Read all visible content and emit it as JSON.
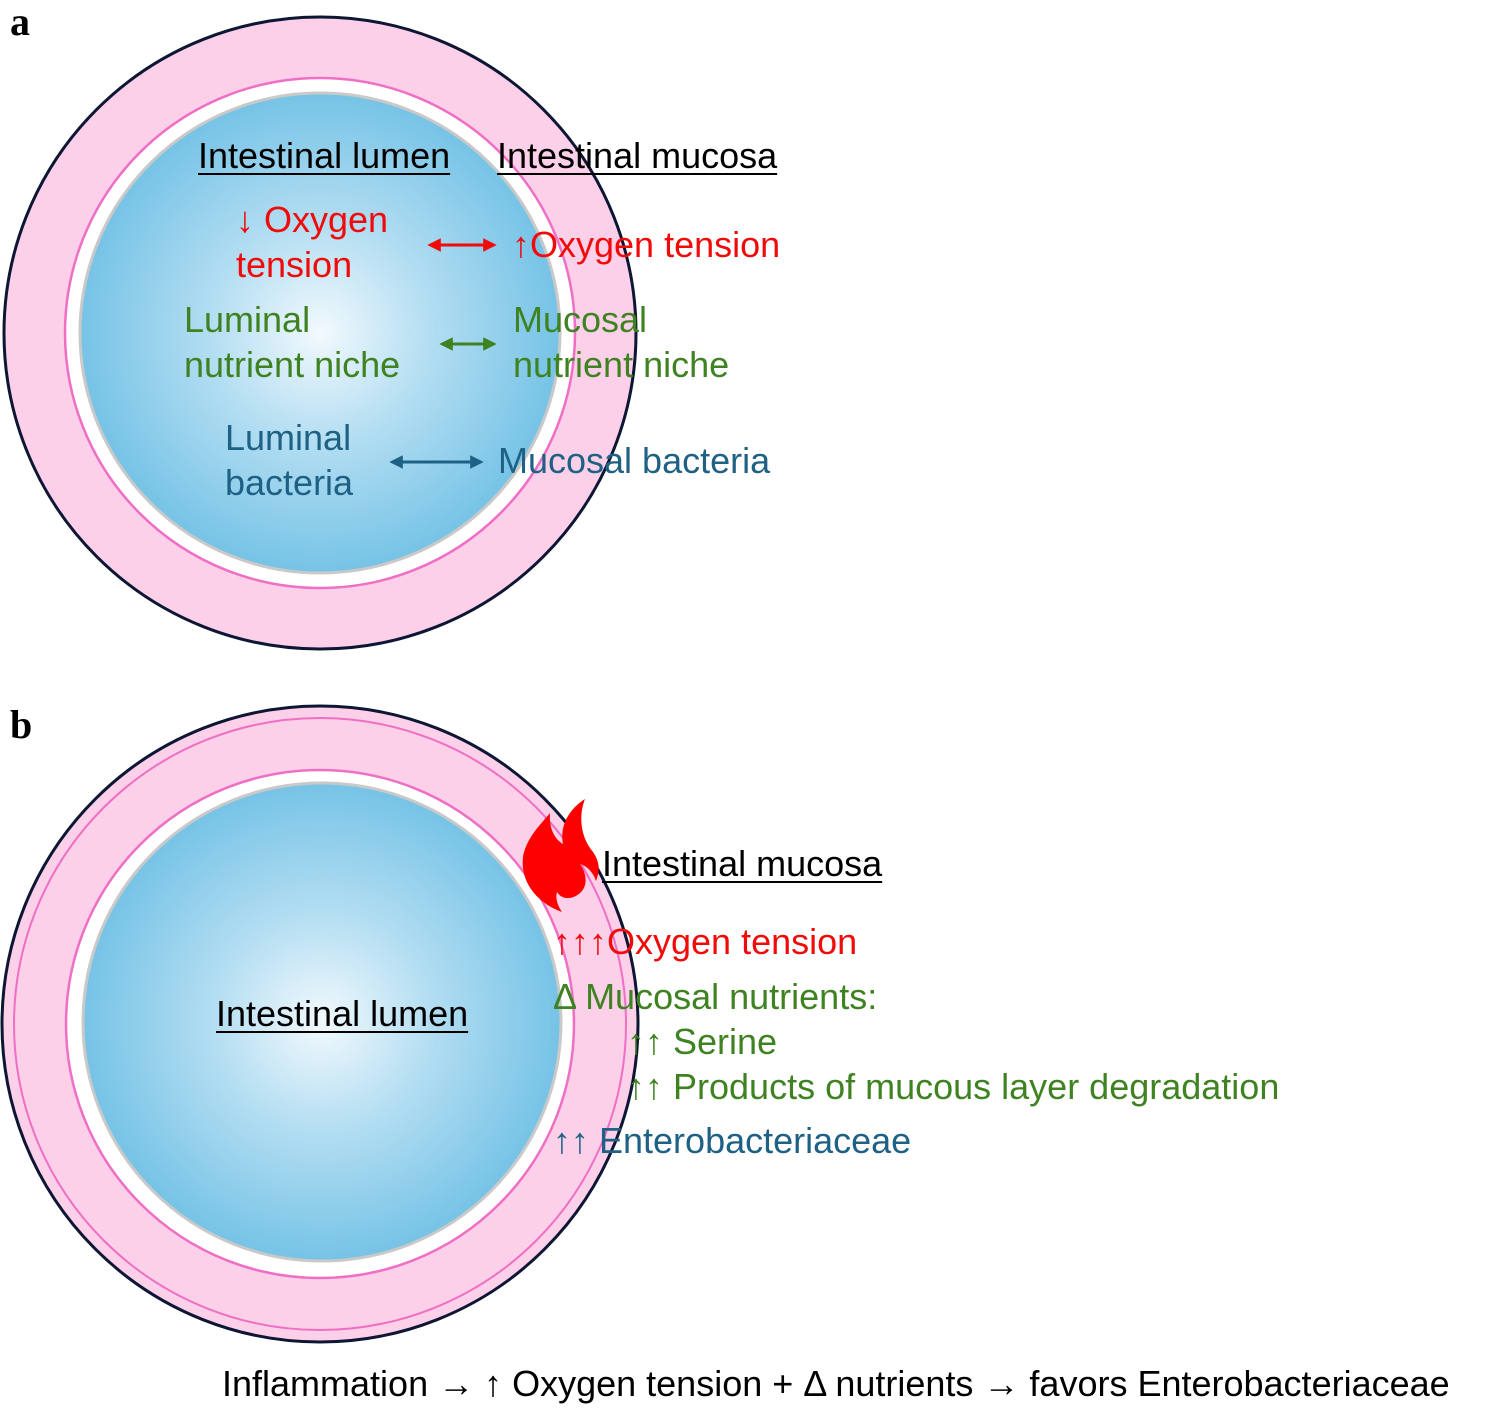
{
  "panel_a": {
    "label": "a",
    "lumen_title": "Intestinal lumen",
    "mucosa_title": "Intestinal mucosa",
    "lumen_oxygen_line1": "↓ Oxygen",
    "lumen_oxygen_line2": "tension",
    "mucosa_oxygen": "↑Oxygen tension",
    "lumen_nutrient_line1": "Luminal",
    "lumen_nutrient_line2": "nutrient niche",
    "mucosa_nutrient_line1": "Mucosal",
    "mucosa_nutrient_line2": "nutrient niche",
    "lumen_bacteria_line1": "Luminal",
    "lumen_bacteria_line2": "bacteria",
    "mucosa_bacteria": "Mucosal bacteria"
  },
  "panel_b": {
    "label": "b",
    "lumen_title": "Intestinal lumen",
    "mucosa_title": "Intestinal mucosa",
    "oxygen": "↑↑↑Oxygen tension",
    "nutrients_heading": "Δ Mucosal nutrients:",
    "nutrient_items": [
      "↑↑ Serine",
      "↑↑ Products of mucous layer degradation"
    ],
    "bacteria": "↑↑ Enterobacteriaceae"
  },
  "footer": {
    "summary": "Inflammation → ↑ Oxygen tension + Δ nutrients → favors Enterobacteriaceae"
  },
  "colors": {
    "oxygen": "#f00a0a",
    "nutrients": "#3f8221",
    "bacteria": "#1f6184",
    "mucosa_fill": "#fdd0ea",
    "mucosa_line": "#ee6fc4",
    "lumen_center": "#f2f9fd",
    "lumen_edge": "#76c3e6",
    "flame": "#ff0000"
  },
  "icons": {
    "inflammation": "flame-icon"
  }
}
